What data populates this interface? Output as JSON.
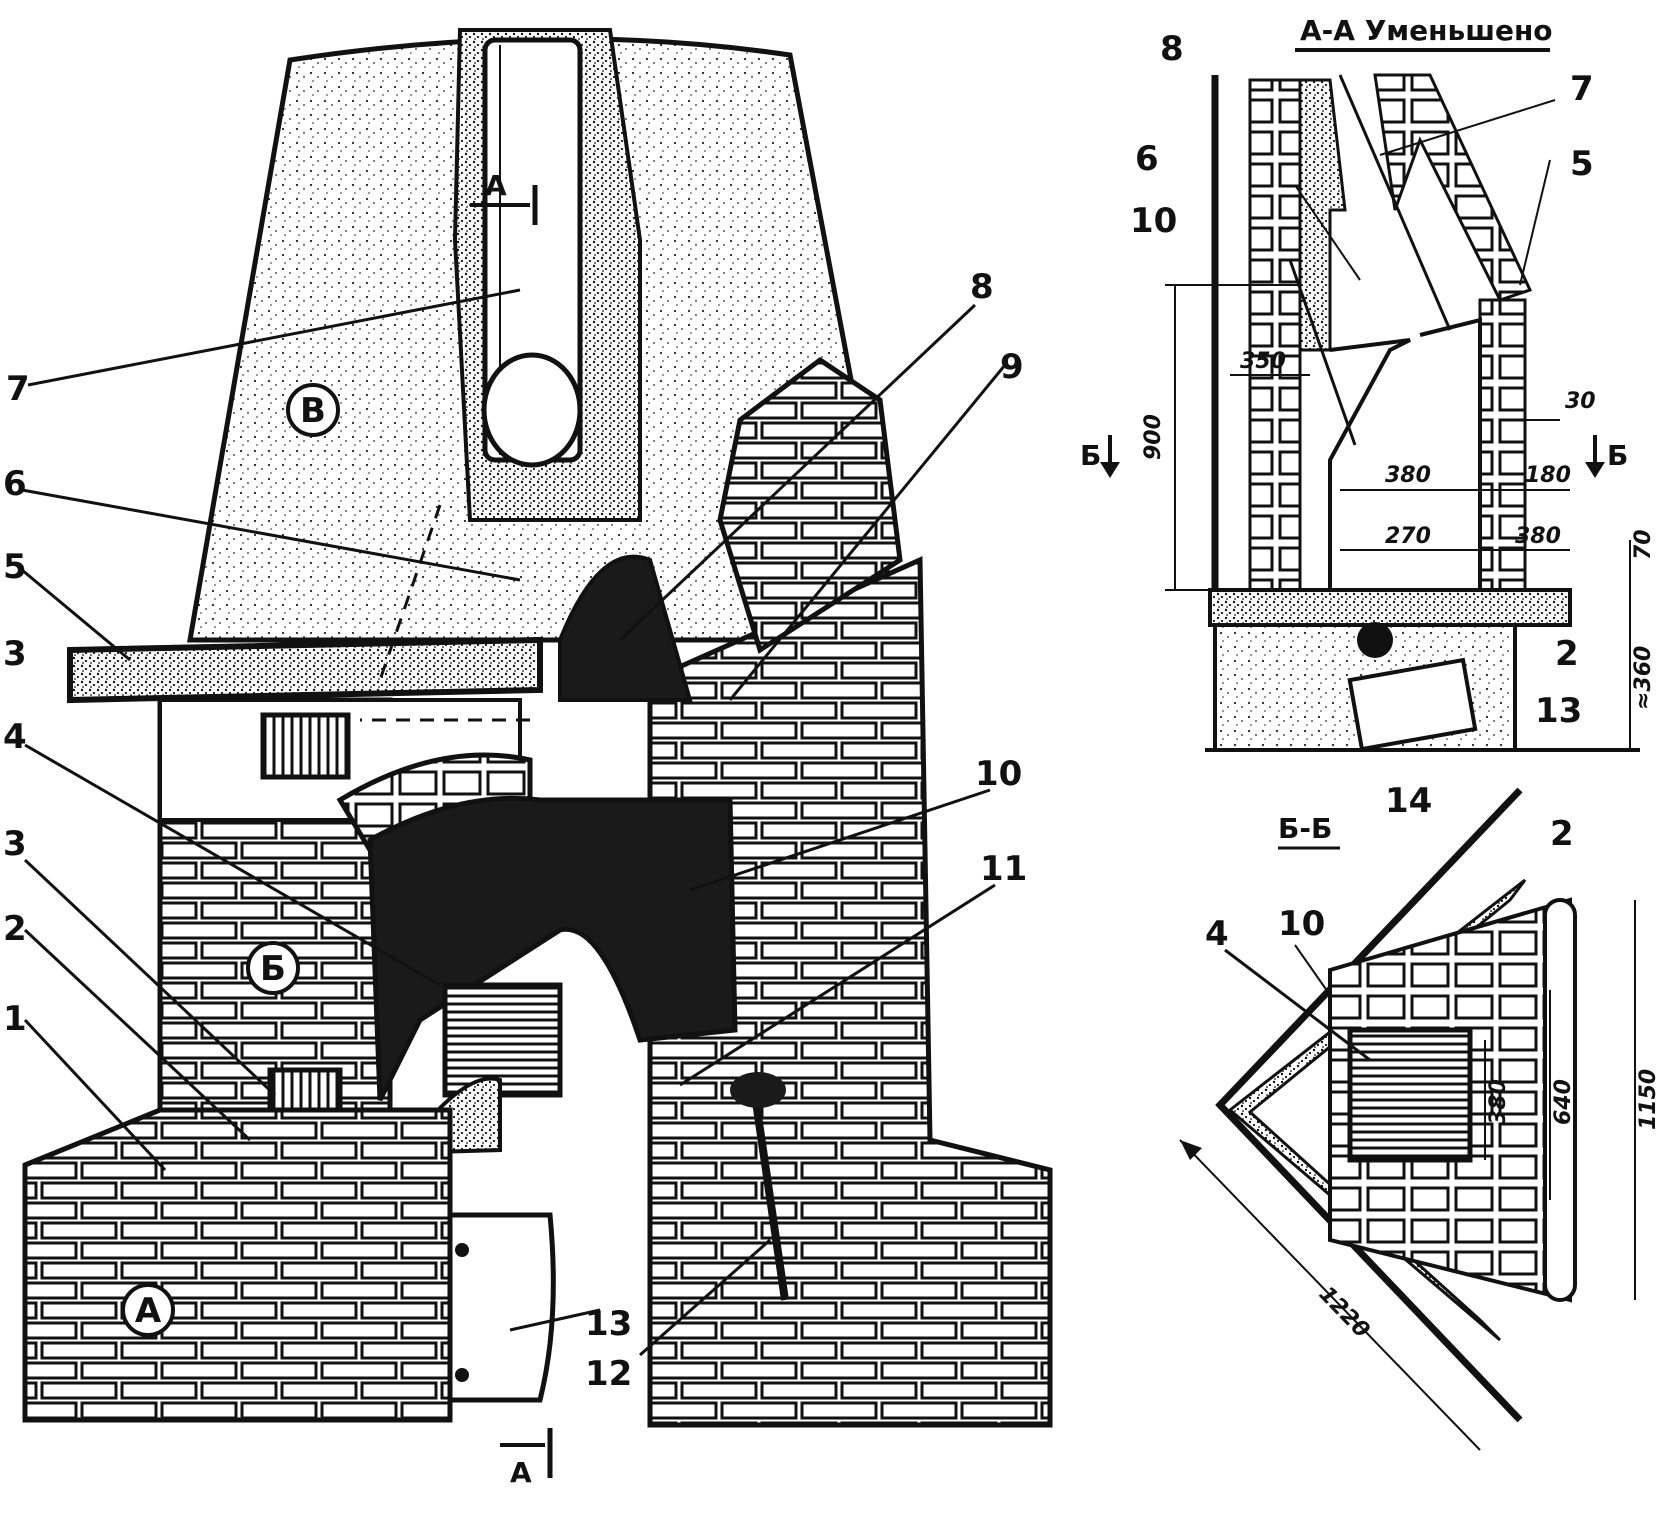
{
  "section_aa": {
    "title": "А-А Уменьшено"
  },
  "section_bb": {
    "title": "Б-Б"
  },
  "section_marks": {
    "a_letter": "А",
    "b_letter": "Б"
  },
  "zones": {
    "a": "А",
    "b": "Б",
    "v": "В"
  },
  "callouts": {
    "n1": "1",
    "n2": "2",
    "n3a": "3",
    "n3b": "3",
    "n4": "4",
    "n5": "5",
    "n6": "6",
    "n7": "7",
    "n8": "8",
    "n9": "9",
    "n10": "10",
    "n11": "11",
    "n12": "12",
    "n13": "13"
  },
  "aa_callouts": {
    "n8": "8",
    "n6": "6",
    "n10": "10",
    "n7": "7",
    "n5": "5",
    "n2": "2",
    "n13": "13",
    "n14": "14"
  },
  "aa_dims": {
    "d900": "900",
    "d350": "350",
    "d30": "30",
    "d380top": "380",
    "d180": "180",
    "d270": "270",
    "d380bot": "380",
    "d70": "70",
    "d360": "≈360"
  },
  "bb_callouts": {
    "n4": "4",
    "n10": "10",
    "n2": "2"
  },
  "bb_dims": {
    "d380": "380",
    "d640": "640",
    "d1150": "1150",
    "d1220": "1220"
  }
}
